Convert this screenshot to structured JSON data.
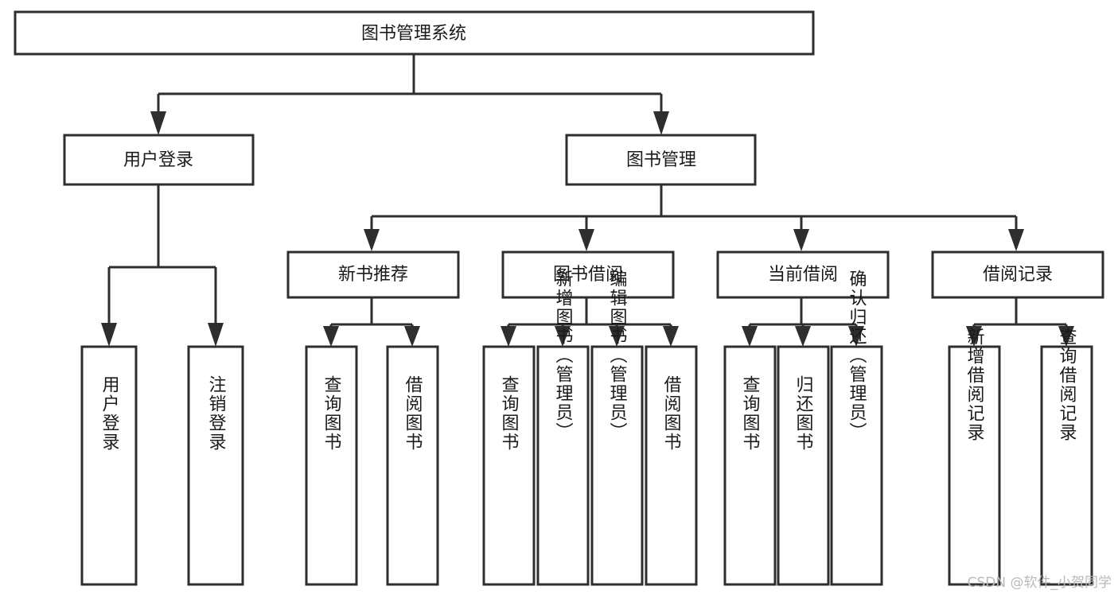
{
  "diagram": {
    "type": "tree-hierarchy-diagram",
    "title": "图书管理系统",
    "orientation": "top-down",
    "background_color": "#ffffff",
    "line_color": "#2e2e2e",
    "box_fill": "#ffffff",
    "text_color": "#1a1a1a",
    "levels": 4
  },
  "nodes": {
    "root": {
      "id": "root",
      "label": "图书管理系统",
      "level": 1,
      "orientation": "horizontal"
    },
    "level2": [
      {
        "id": "user-login",
        "label": "用户登录",
        "level": 2,
        "orientation": "horizontal",
        "parent": "root"
      },
      {
        "id": "book-management",
        "label": "图书管理",
        "level": 2,
        "orientation": "horizontal",
        "parent": "root"
      }
    ],
    "level3": [
      {
        "id": "new-book-recommend",
        "label": "新书推荐",
        "level": 3,
        "orientation": "horizontal",
        "parent": "book-management"
      },
      {
        "id": "book-borrow",
        "label": "图书借阅",
        "level": 3,
        "orientation": "horizontal",
        "parent": "book-management"
      },
      {
        "id": "current-borrow",
        "label": "当前借阅",
        "level": 3,
        "orientation": "horizontal",
        "parent": "book-management"
      },
      {
        "id": "borrow-record",
        "label": "借阅记录",
        "level": 3,
        "orientation": "horizontal",
        "parent": "book-management"
      }
    ],
    "leaves": [
      {
        "id": "leaf-user-login",
        "label": "用户登录",
        "orientation": "vertical",
        "parent": "user-login"
      },
      {
        "id": "leaf-logout-login",
        "label": "注销登录",
        "orientation": "vertical",
        "parent": "user-login"
      },
      {
        "id": "leaf-query-book-1",
        "label": "查询图书",
        "orientation": "vertical",
        "parent": "new-book-recommend"
      },
      {
        "id": "leaf-borrow-book-1",
        "label": "借阅图书",
        "orientation": "vertical",
        "parent": "new-book-recommend"
      },
      {
        "id": "leaf-query-book-2",
        "label": "查询图书",
        "orientation": "vertical",
        "parent": "book-borrow"
      },
      {
        "id": "leaf-add-book-admin",
        "label": "新增图书（管理员）",
        "orientation": "vertical",
        "parent": "book-borrow"
      },
      {
        "id": "leaf-edit-book-admin",
        "label": "编辑图书（管理员）",
        "orientation": "vertical",
        "parent": "book-borrow"
      },
      {
        "id": "leaf-borrow-book-2",
        "label": "借阅图书",
        "orientation": "vertical",
        "parent": "book-borrow"
      },
      {
        "id": "leaf-query-book-3",
        "label": "查询图书",
        "orientation": "vertical",
        "parent": "current-borrow"
      },
      {
        "id": "leaf-return-book",
        "label": "归还图书",
        "orientation": "vertical",
        "parent": "current-borrow"
      },
      {
        "id": "leaf-confirm-return-admin",
        "label": "确认归还（管理员）",
        "orientation": "vertical",
        "parent": "current-borrow"
      },
      {
        "id": "leaf-add-borrow-record",
        "label": "新增借阅记录",
        "orientation": "vertical",
        "parent": "borrow-record"
      },
      {
        "id": "leaf-query-borrow-record",
        "label": "查询借阅记录",
        "orientation": "vertical",
        "parent": "borrow-record"
      }
    ]
  },
  "watermark": {
    "text": "CSDN @软件_小贺同学",
    "color": "#b9b9b9"
  }
}
